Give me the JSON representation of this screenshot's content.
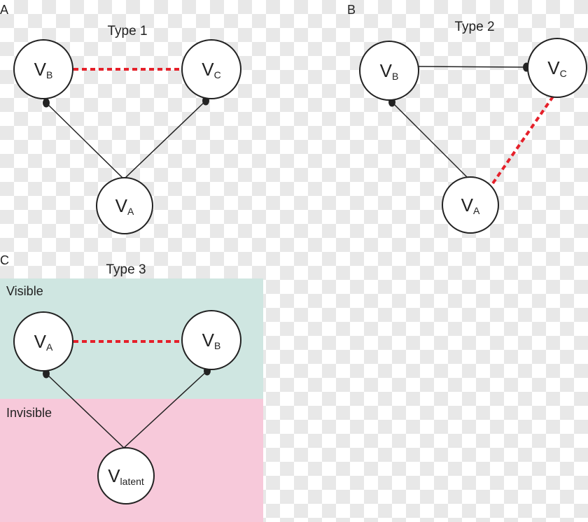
{
  "panels": {
    "a": {
      "letter": "A",
      "title": "Type 1",
      "nodes": {
        "vb": {
          "main": "V",
          "sub": "B"
        },
        "vc": {
          "main": "V",
          "sub": "C"
        },
        "va": {
          "main": "V",
          "sub": "A"
        }
      }
    },
    "b": {
      "letter": "B",
      "title": "Type 2",
      "nodes": {
        "vb": {
          "main": "V",
          "sub": "B"
        },
        "vc": {
          "main": "V",
          "sub": "C"
        },
        "va": {
          "main": "V",
          "sub": "A"
        }
      }
    },
    "c": {
      "letter": "C",
      "title": "Type 3",
      "visible_label": "Visible",
      "invisible_label": "Invisible",
      "nodes": {
        "va": {
          "main": "V",
          "sub": "A"
        },
        "vb": {
          "main": "V",
          "sub": "B"
        },
        "vlatent": {
          "main": "V",
          "sub": "latent"
        }
      }
    }
  },
  "colors": {
    "dashed_edge": "#e5202a",
    "visible_region": "#cfe6e1",
    "invisible_region": "#f7c9da",
    "node_stroke": "#222222"
  }
}
